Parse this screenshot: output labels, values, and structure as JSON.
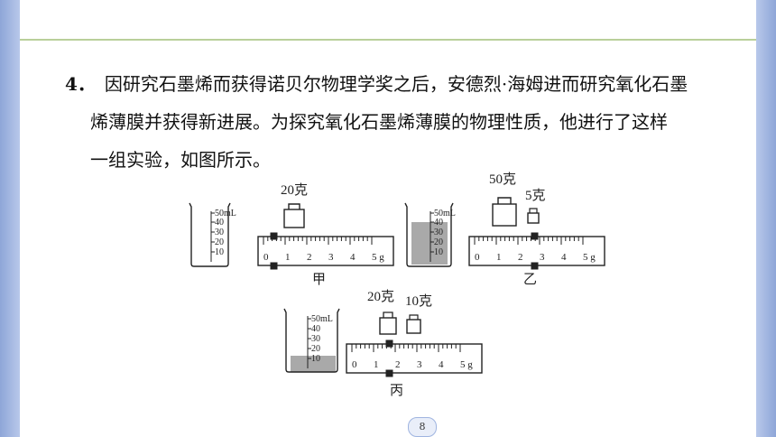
{
  "question": {
    "number": "4．",
    "line1": "因研究石墨烯而获得诺贝尔物理学奖之后，安德烈·海姆进而研究氧化石墨",
    "line2": "烯薄膜并获得新进展。为探究氧化石墨烯薄膜的物理性质，他进行了这样",
    "line3": "一组实验，如图所示。"
  },
  "figures": {
    "jia": {
      "caption": "甲",
      "beaker_ticks": [
        "50mL",
        "40",
        "30",
        "20",
        "10"
      ],
      "weights": [
        "20克"
      ],
      "scale_ticks": [
        "0",
        "1",
        "2",
        "3",
        "4",
        "5 g"
      ],
      "rider_reading_g": 0
    },
    "yi": {
      "caption": "乙",
      "beaker_ticks": [
        "50mL",
        "40",
        "30",
        "20",
        "10"
      ],
      "weights": [
        "50克",
        "5克"
      ],
      "scale_ticks": [
        "0",
        "1",
        "2",
        "3",
        "4",
        "5 g"
      ],
      "rider_reading_g": 2.4
    },
    "bing": {
      "caption": "丙",
      "beaker_ticks": [
        "50mL",
        "40",
        "30",
        "20",
        "10"
      ],
      "weights": [
        "20克",
        "10克"
      ],
      "scale_ticks": [
        "0",
        "1",
        "2",
        "3",
        "4",
        "5 g"
      ],
      "rider_reading_g": 1.4
    }
  },
  "page_number": "8"
}
